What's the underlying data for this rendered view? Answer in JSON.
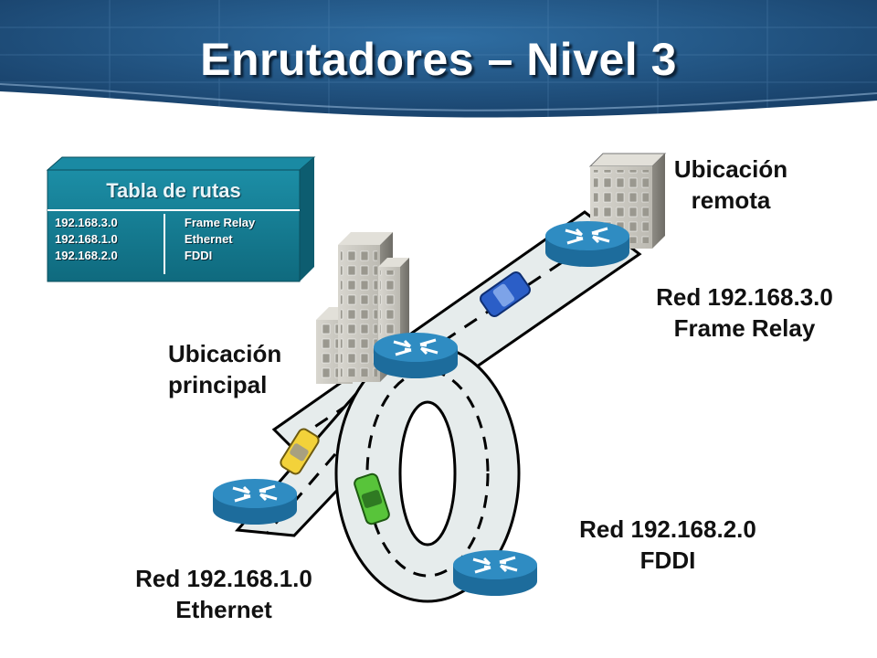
{
  "title": "Enrutadores – Nivel 3",
  "routing_table": {
    "title": "Tabla de rutas",
    "rows": [
      {
        "network": "192.168.3.0",
        "interface": "Frame Relay"
      },
      {
        "network": "192.168.1.0",
        "interface": "Ethernet"
      },
      {
        "network": "192.168.2.0",
        "interface": "FDDI"
      }
    ]
  },
  "labels": {
    "remote_location": [
      "Ubicación",
      "remota"
    ],
    "main_location": [
      "Ubicación",
      "principal"
    ],
    "net3": [
      "Red 192.168.3.0",
      "Frame Relay"
    ],
    "net1": [
      "Red 192.168.1.0",
      "Ethernet"
    ],
    "net2": [
      "Red 192.168.2.0",
      "FDDI"
    ]
  },
  "colors": {
    "header_blue": "#1c4a7c",
    "table_teal": "#127a91",
    "router_blue": "#2a84b5",
    "road": "#e6ecec"
  }
}
